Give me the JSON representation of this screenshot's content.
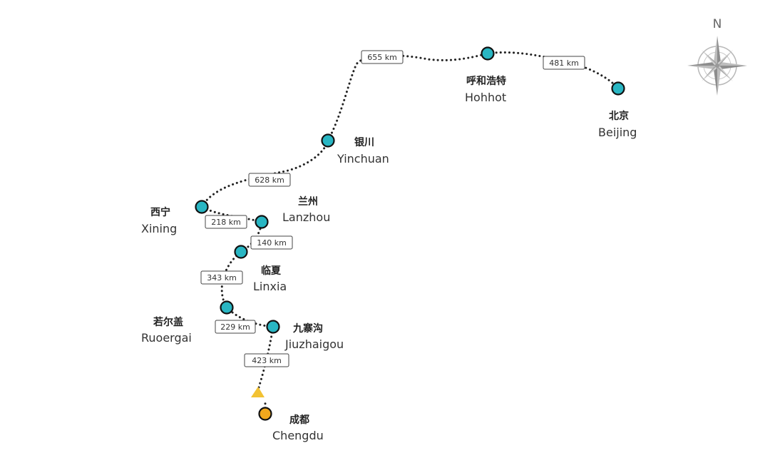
{
  "compass": {
    "north_label": "N",
    "icon": "compass-rose-icon"
  },
  "cities": [
    {
      "id": "chengdu",
      "zh": "成都",
      "en": "Chengdu",
      "role": "start"
    },
    {
      "id": "jiuzhaigou",
      "zh": "九寨沟",
      "en": "Jiuzhaigou",
      "role": "stop"
    },
    {
      "id": "ruoergai",
      "zh": "若尔盖",
      "en": "Ruoergai",
      "role": "stop"
    },
    {
      "id": "linxia",
      "zh": "临夏",
      "en": "Linxia",
      "role": "stop"
    },
    {
      "id": "lanzhou",
      "zh": "兰州",
      "en": "Lanzhou",
      "role": "stop"
    },
    {
      "id": "xining",
      "zh": "西宁",
      "en": "Xining",
      "role": "stop"
    },
    {
      "id": "yinchuan",
      "zh": "银川",
      "en": "Yinchuan",
      "role": "stop"
    },
    {
      "id": "hohhot",
      "zh": "呼和浩特",
      "en": "Hohhot",
      "role": "stop"
    },
    {
      "id": "beijing",
      "zh": "北京",
      "en": "Beijing",
      "role": "stop"
    }
  ],
  "segments": [
    {
      "from": "chengdu",
      "to": "jiuzhaigou",
      "distance": "423 km"
    },
    {
      "from": "jiuzhaigou",
      "to": "ruoergai",
      "distance": "229 km"
    },
    {
      "from": "ruoergai",
      "to": "linxia",
      "distance": "343 km"
    },
    {
      "from": "linxia",
      "to": "lanzhou",
      "distance": "140 km"
    },
    {
      "from": "lanzhou",
      "to": "xining",
      "distance": "218 km"
    },
    {
      "from": "xining",
      "to": "yinchuan",
      "distance": "628 km"
    },
    {
      "from": "yinchuan",
      "to": "hohhot",
      "distance": "655 km"
    },
    {
      "from": "hohhot",
      "to": "beijing",
      "distance": "481 km"
    }
  ],
  "colors": {
    "stop": "#29b6c3",
    "start": "#f2a81d",
    "arrow": "#f2c233",
    "route": "#222222"
  }
}
